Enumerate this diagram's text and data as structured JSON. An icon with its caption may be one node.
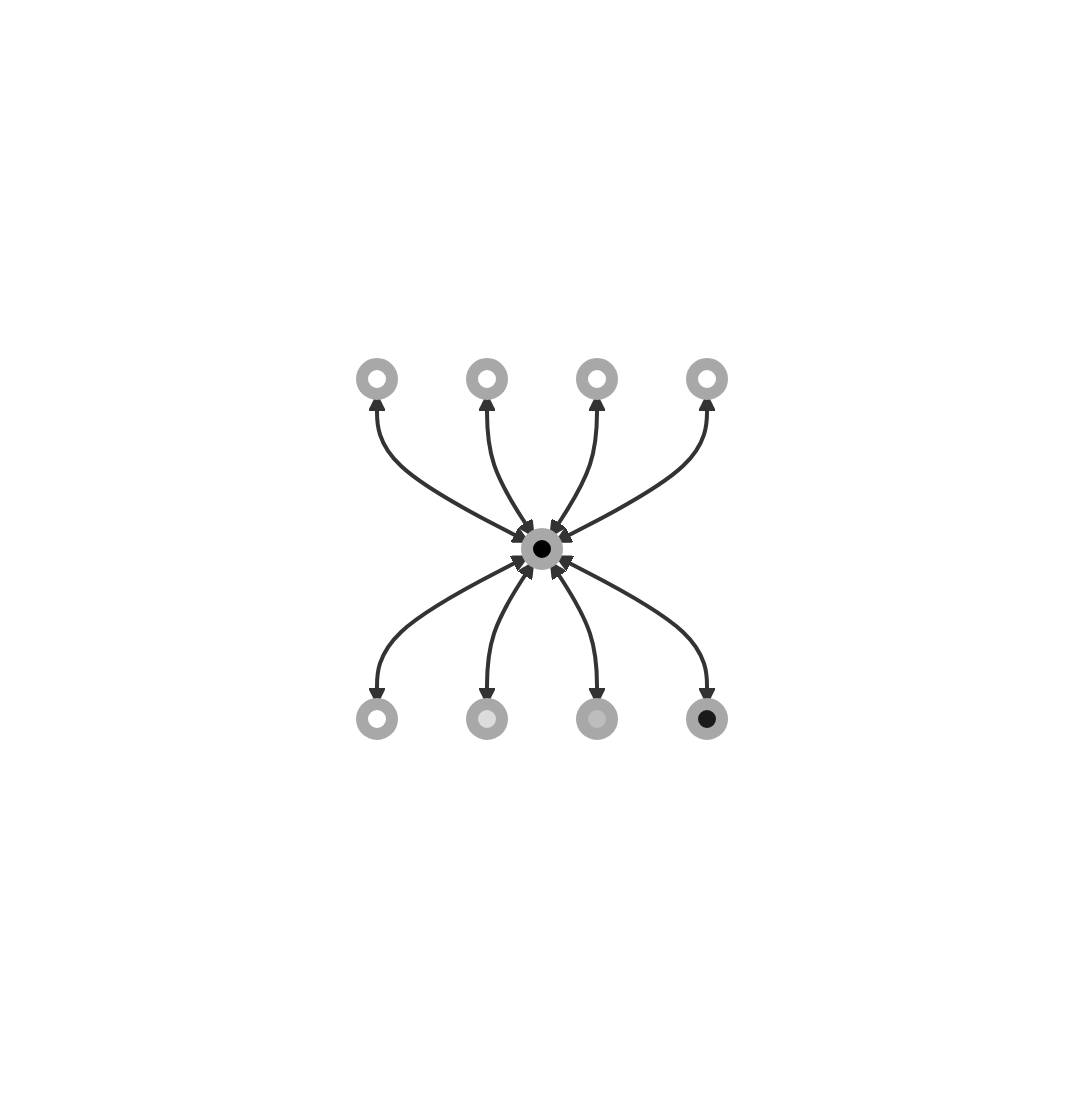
{
  "diagram": {
    "nodes": [
      {
        "text": [],
        "shape": "circle"
      },
      {
        "text": [],
        "shape": "circle"
      },
      {
        "text": [],
        "shape": "circle"
      },
      {
        "text": [],
        "shape": "circle"
      },
      {
        "text": [],
        "shape": "circle"
      },
      {
        "text": [],
        "shape": "circle"
      },
      {
        "text": [],
        "shape": "circle"
      },
      {
        "text": [],
        "shape": "circle"
      },
      {
        "text": [],
        "shape": "circle"
      }
    ],
    "edges": [
      {
        "from": 0,
        "to": 4,
        "arrow": "both"
      },
      {
        "from": 1,
        "to": 4,
        "arrow": "both"
      },
      {
        "from": 2,
        "to": 4,
        "arrow": "both"
      },
      {
        "from": 3,
        "to": 4,
        "arrow": "both"
      },
      {
        "from": 4,
        "to": 5,
        "arrow": "both"
      },
      {
        "from": 4,
        "to": 6,
        "arrow": "both"
      },
      {
        "from": 4,
        "to": 7,
        "arrow": "both"
      },
      {
        "from": 4,
        "to": 8,
        "arrow": "both"
      }
    ]
  }
}
